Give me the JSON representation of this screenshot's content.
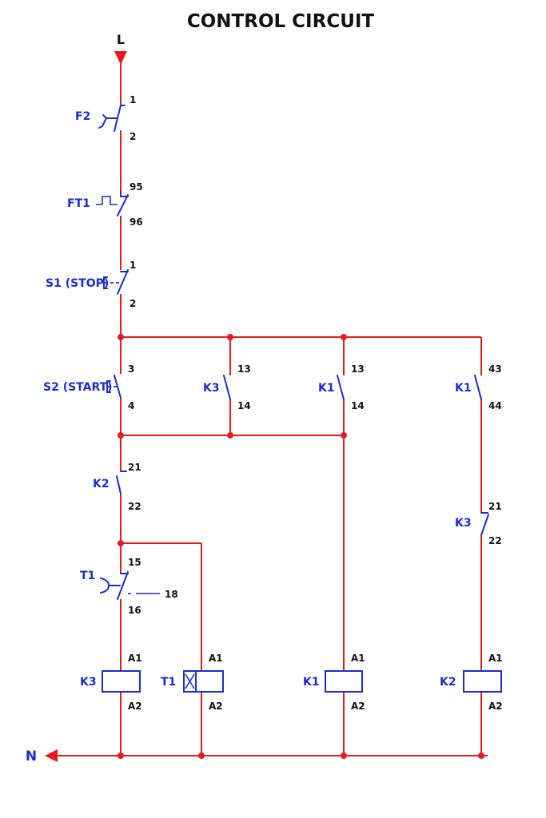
{
  "title": "CONTROL CIRCUIT",
  "rails": {
    "line": "L",
    "neutral": "N"
  },
  "colors": {
    "wire": "#e81a1a",
    "symbol": "#1b2bd6",
    "text": "#111111"
  },
  "devices": {
    "f2": {
      "label": "F2",
      "pin_top": "1",
      "pin_bottom": "2"
    },
    "ft1": {
      "label": "FT1",
      "pin_top": "95",
      "pin_bottom": "96"
    },
    "s1": {
      "label": "S1 (STOP)",
      "pin_top": "1",
      "pin_bottom": "2"
    },
    "s2": {
      "label": "S2 (START)",
      "pin_top": "3",
      "pin_bottom": "4"
    },
    "k3_no": {
      "label": "K3",
      "pin_top": "13",
      "pin_bottom": "14"
    },
    "k1_no_a": {
      "label": "K1",
      "pin_top": "13",
      "pin_bottom": "14"
    },
    "k1_no_b": {
      "label": "K1",
      "pin_top": "43",
      "pin_bottom": "44"
    },
    "k2_nc": {
      "label": "K2",
      "pin_top": "21",
      "pin_bottom": "22"
    },
    "k3_nc": {
      "label": "K3",
      "pin_top": "21",
      "pin_bottom": "22"
    },
    "t1_contact": {
      "label": "T1",
      "pin_top": "15",
      "pin_bottom": "16",
      "pin_no": "18"
    },
    "coil_k3": {
      "label": "K3",
      "pin_top": "A1",
      "pin_bottom": "A2"
    },
    "coil_t1": {
      "label": "T1",
      "pin_top": "A1",
      "pin_bottom": "A2"
    },
    "coil_k1": {
      "label": "K1",
      "pin_top": "A1",
      "pin_bottom": "A2"
    },
    "coil_k2": {
      "label": "K2",
      "pin_top": "A1",
      "pin_bottom": "A2"
    }
  }
}
